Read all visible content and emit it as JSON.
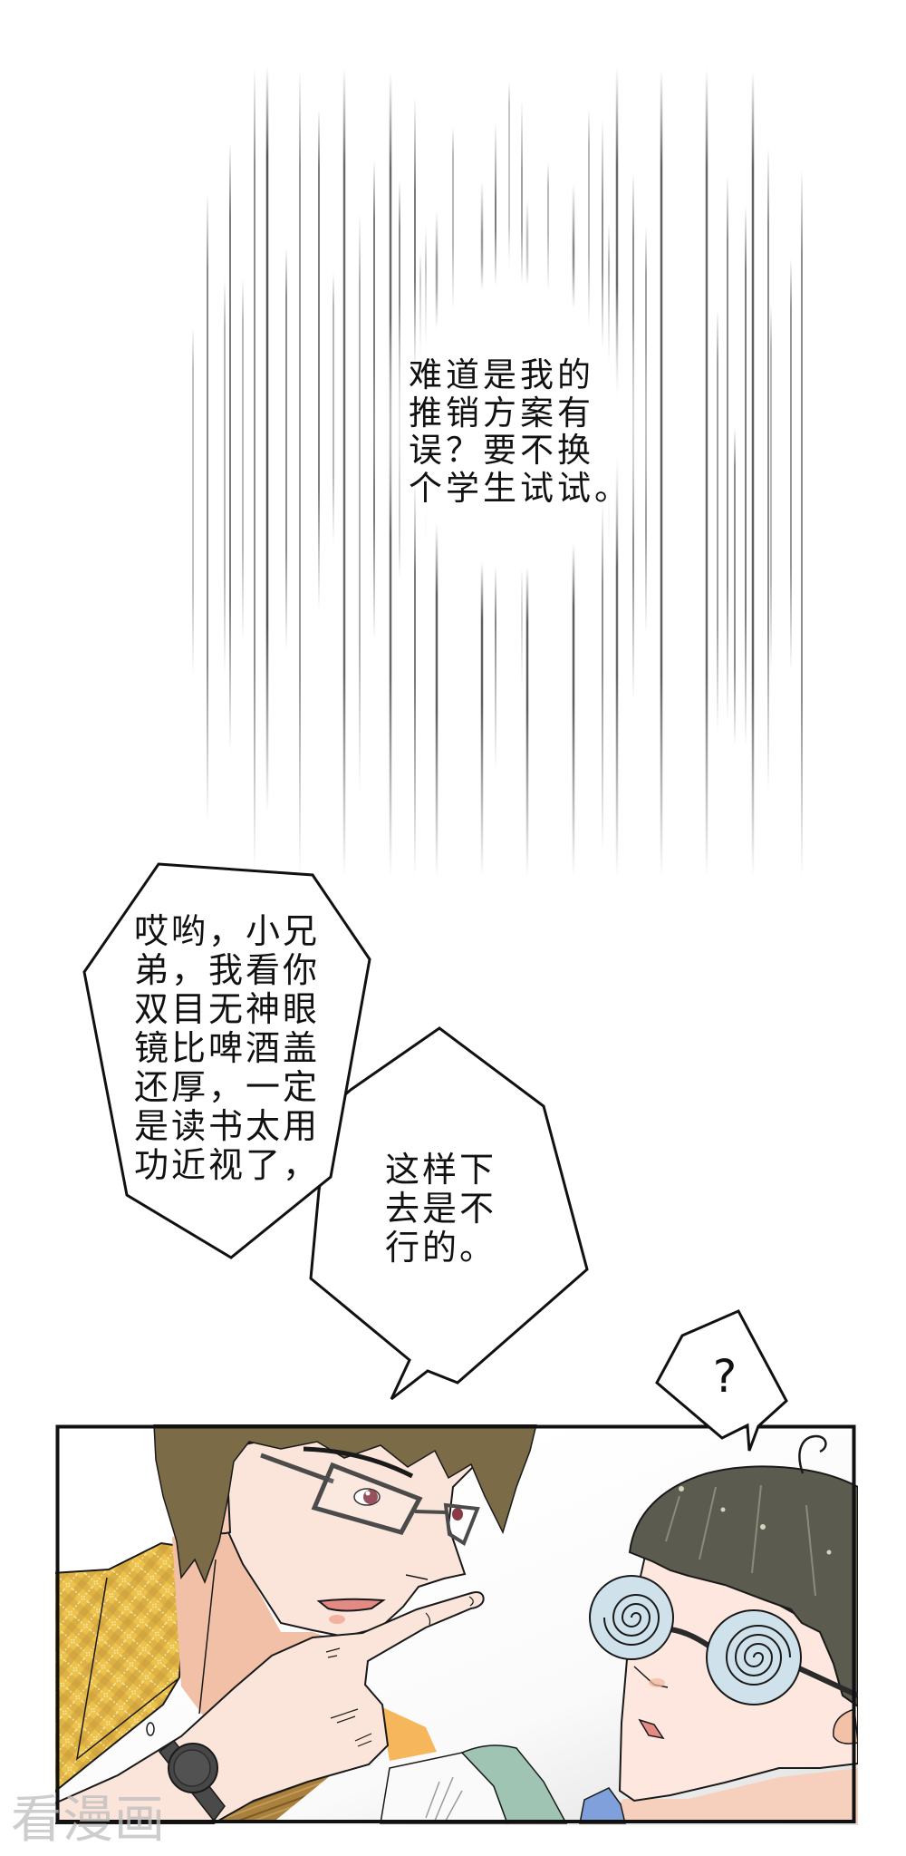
{
  "thought_bubble": {
    "lines": [
      "难道是我的",
      "推销方案有",
      "误？要不换",
      "个学生试试。"
    ]
  },
  "speech_bubbles": [
    {
      "speaker": "man-left",
      "lines": [
        "哎哟，小兄",
        "弟，我看你",
        "双目无神眼",
        "镜比啤酒盖",
        "还厚，一定",
        "是读书太用",
        "功近视了，"
      ]
    },
    {
      "speaker": "man-right",
      "lines": [
        "这样下",
        "去是不",
        "行的。"
      ]
    }
  ],
  "question_bubble": {
    "text": "?"
  },
  "watermark": {
    "text": "看漫画"
  },
  "colors": {
    "page_bg": "#ffffff",
    "ink": "#111111",
    "bubble_fill": "#ffffff",
    "man_hair": "#7c6b47",
    "man_skin": "#fbe5da",
    "man_skin_shadow": "#f2bfa7",
    "man_glasses": "#4b4b4b",
    "man_eye": "#8a3a46",
    "mouth": "#e38a85",
    "jacket_yellow": "#ecc24c",
    "watch": "#474747",
    "boy_hair": "#5c5b4f",
    "boy_skin": "#fde7de",
    "boy_lens": "#cfe1ea",
    "green_collar": "#a0c4b3",
    "blue_collar": "#7fa0da",
    "orange_patch": "#f5b65c"
  }
}
